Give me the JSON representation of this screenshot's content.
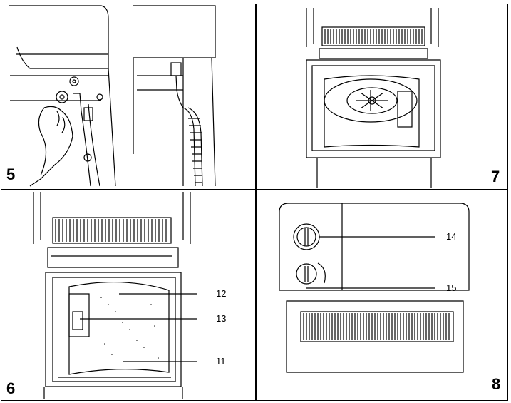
{
  "panels": {
    "p5": {
      "number": "5"
    },
    "p7": {
      "number": "7"
    },
    "p6": {
      "number": "6",
      "callouts": {
        "c12": "12",
        "c13": "13",
        "c11": "11"
      }
    },
    "p8": {
      "number": "8",
      "callouts": {
        "c14": "14",
        "c15": "15"
      }
    }
  }
}
